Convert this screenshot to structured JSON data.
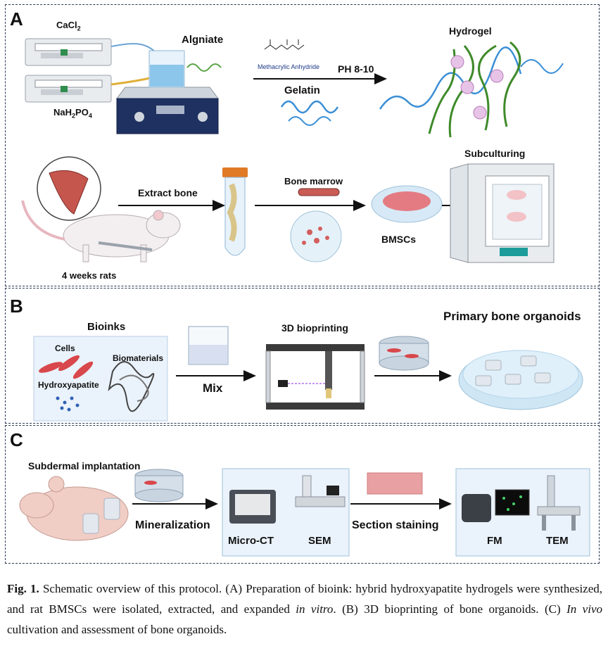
{
  "panelA": {
    "letter": "A",
    "cacl2": "CaCl",
    "cacl2_sub": "2",
    "nah2po4_a": "NaH",
    "nah2po4_sub1": "2",
    "nah2po4_b": "PO",
    "nah2po4_sub2": "4",
    "alginate": "Algniate",
    "methacrylic": "Methacrylic Anhydride",
    "ph": "PH 8-10",
    "gelatin": "Gelatin",
    "hydrogel": "Hydrogel",
    "extract_bone": "Extract bone",
    "bone_marrow": "Bone marrow",
    "bmscs": "BMSCs",
    "subculturing": "Subculturing",
    "rats": "4 weeks rats"
  },
  "panelB": {
    "letter": "B",
    "bioinks": "Bioinks",
    "cells": "Cells",
    "biomaterials": "Biomaterials",
    "hydroxyapatite": "Hydroxyapatite",
    "mix": "Mix",
    "bioprinting": "3D bioprinting",
    "organoids": "Primary bone organoids"
  },
  "panelC": {
    "letter": "C",
    "implantation": "Subdermal implantation",
    "mineralization": "Mineralization",
    "microct": "Micro-CT",
    "sem": "SEM",
    "section": "Section staining",
    "fm": "FM",
    "tem": "TEM"
  },
  "caption": {
    "fig": "Fig. 1.",
    "p1": " Schematic overview of this protocol. (A) Preparation of bioink: hybrid hydroxyapatite hydrogels were synthesized, and rat BMSCs were isolated, extracted, and expanded ",
    "invitro": "in vitro",
    "p2": ". (B) 3D bioprinting of bone organoids. (C) ",
    "invivo": "In vivo",
    "p3": " cultivation and assessment of bone organoids."
  },
  "colors": {
    "panel_border": "#2b3a55",
    "arrow": "#111111",
    "hydrogel_green": "#3e8a2a",
    "gelatin_blue": "#3a8fd6",
    "ca_pink": "#e7c3e8",
    "cell_red": "#d8474b",
    "dish_blue": "#cfe6f5"
  }
}
